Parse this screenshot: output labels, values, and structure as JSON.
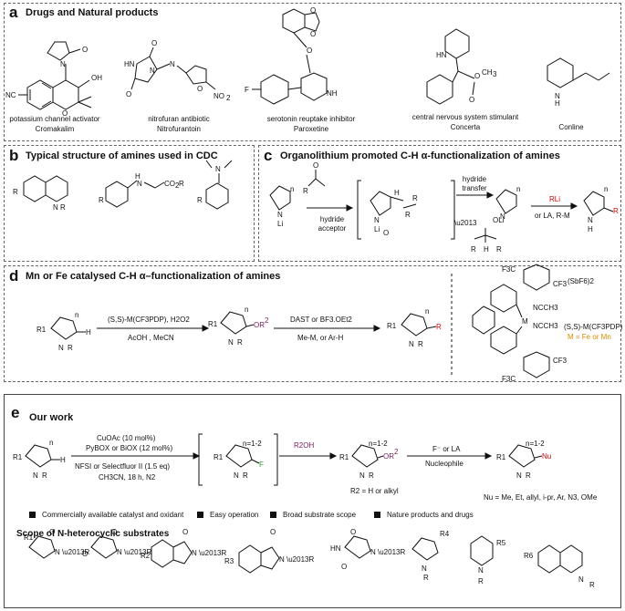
{
  "panel_a": {
    "letter": "a",
    "title": "Drugs and Natural products",
    "compounds": [
      {
        "role": "potassium channel activator",
        "name": "Cromakalim"
      },
      {
        "role": "nitrofuran antibiotic",
        "name": "Nitrofurantoin"
      },
      {
        "role": "serotonin reuptake inhibitor",
        "name": "Paroxetine"
      },
      {
        "role": "central nervous system stimulant",
        "name": "Concerta"
      },
      {
        "role": "",
        "name": "Conline"
      }
    ]
  },
  "panel_b": {
    "letter": "b",
    "title": "Typical structure of amines used in CDC"
  },
  "panel_c": {
    "letter": "c",
    "title": "Organolithium promoted C-H α-functionalization of amines",
    "hydride_acceptor": "hydride acceptor",
    "hydride_transfer": "hydride transfer",
    "reagent_rli": "RLi",
    "reagent_alt": "or LA, R-M"
  },
  "panel_d": {
    "letter": "d",
    "title": "Mn or Fe catalysed C-H α–functionalization of amines",
    "step1_top": "(S,S)-M(CF3PDP), H2O2",
    "step1_bottom": "AcOH ,  MeCN",
    "step2_top": "DAST or BF3.OEt2",
    "step2_bottom": "Me-M, or Ar-H",
    "catalyst_label": "(S,S)-M(CF3PDP)",
    "metal_def": "M = Fe or Mn",
    "counterion": "(SbF6)2"
  },
  "panel_e": {
    "letter": "e",
    "title": "Our work",
    "cond1": "CuOAc (10 mol%)",
    "cond2": "PyBOX or BiOX (12 mol%)",
    "cond3": "NFSI or Selectfluor II (1.5 eq)",
    "cond4": "CH3CN, 18 h, N2",
    "reagent_roh": "R2OH",
    "reagent_nu": "F⁻ or LA",
    "nucleophile": "Nucleophile",
    "ring_n": "n=1-2",
    "r2_def": "R2 = H or alkyl",
    "nu_def": "Nu = Me, Et, allyl, i-pr, Ar, N3, OMe",
    "features": [
      "Commercially available catalyst and oxidant",
      "Easy operation",
      "Broad substrate scope",
      "Nature products and drugs"
    ],
    "scope_title": "Scope of N-heterocyclic substrates"
  },
  "colors": {
    "red": "#d00000",
    "orange": "#e08a00",
    "green": "#22aa22",
    "purple": "#7a1a5a"
  }
}
